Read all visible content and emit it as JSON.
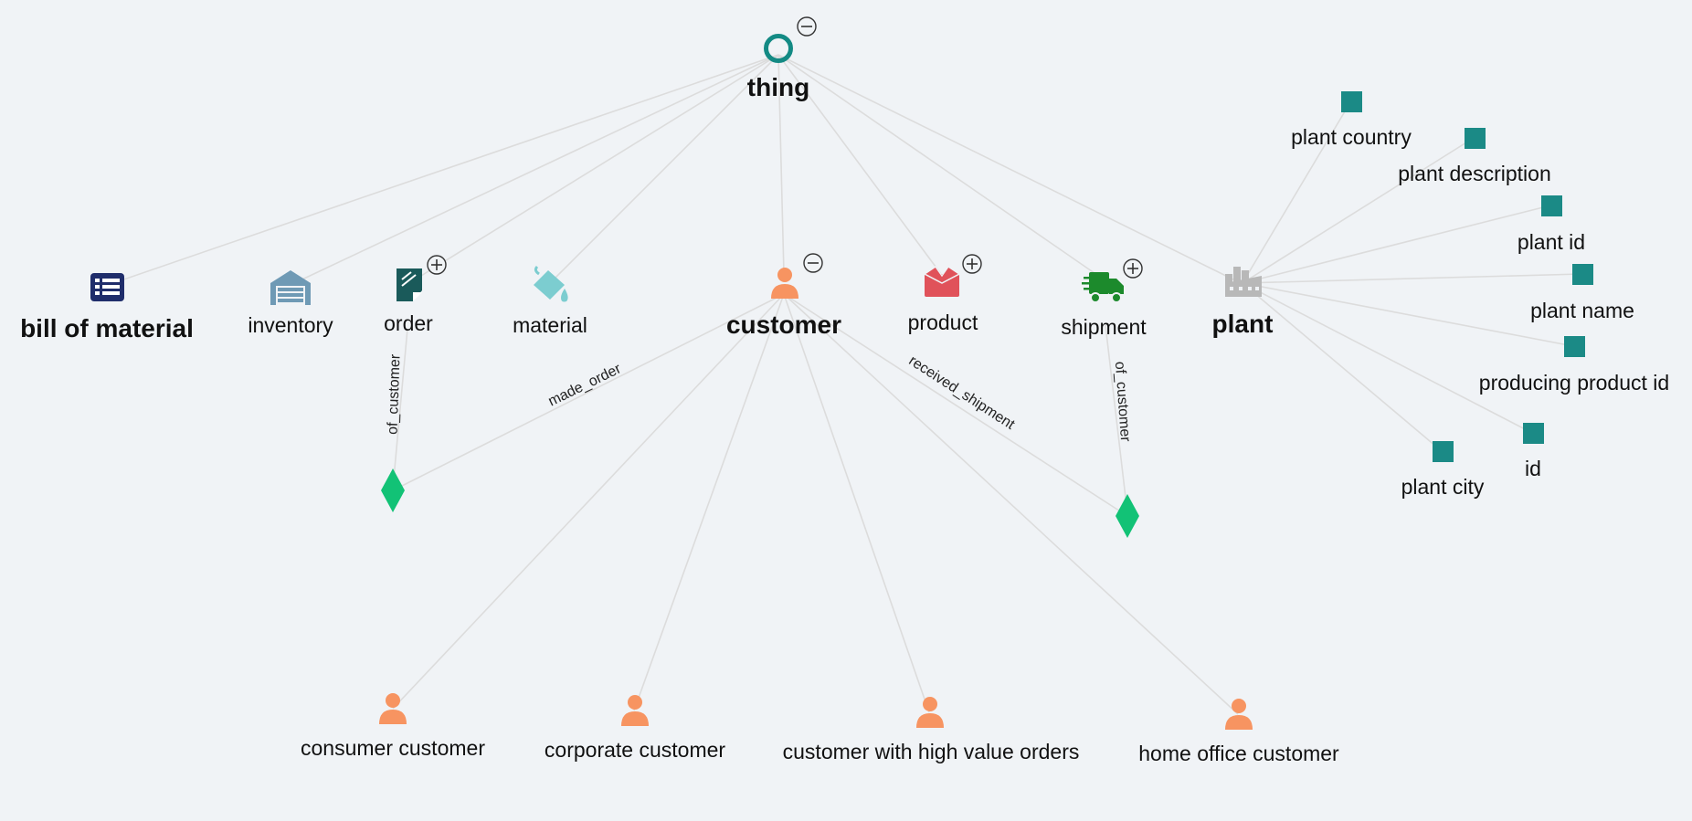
{
  "nodes": {
    "thing": "thing",
    "bill_of_material": "bill of material",
    "inventory": "inventory",
    "order": "order",
    "material": "material",
    "customer": "customer",
    "product": "product",
    "shipment": "shipment",
    "plant": "plant",
    "plant_country": "plant country",
    "plant_description": "plant description",
    "plant_id": "plant id",
    "plant_name": "plant name",
    "producing_product_id": "producing product id",
    "id": "id",
    "plant_city": "plant city",
    "consumer_customer": "consumer customer",
    "corporate_customer": "corporate customer",
    "customer_high_value": "customer with high value orders",
    "home_office_customer": "home office customer"
  },
  "edges": {
    "order_of_customer": "of_customer",
    "made_order": "made_order",
    "received_shipment": "received_shipment",
    "shipment_of_customer": "of_customer"
  },
  "colors": {
    "thing_ring": "#138a84",
    "property": "#1b8a86",
    "customer": "#f79461",
    "relation": "#12c276",
    "bill_of_material": "#1f2d6b",
    "inventory": "#6f9ab5",
    "order": "#1a5a5a",
    "material": "#7ccdd0",
    "product": "#e0525a",
    "shipment": "#1c8a2c",
    "plant": "#b8b8b8"
  },
  "icons": {
    "bill_of_material": "list-icon",
    "inventory": "warehouse-icon",
    "order": "document-icon",
    "material": "paint-bucket-icon",
    "product": "box-icon",
    "shipment": "truck-icon",
    "plant": "factory-icon",
    "customer": "person-icon",
    "property": "square-icon",
    "relation": "diamond-icon"
  }
}
